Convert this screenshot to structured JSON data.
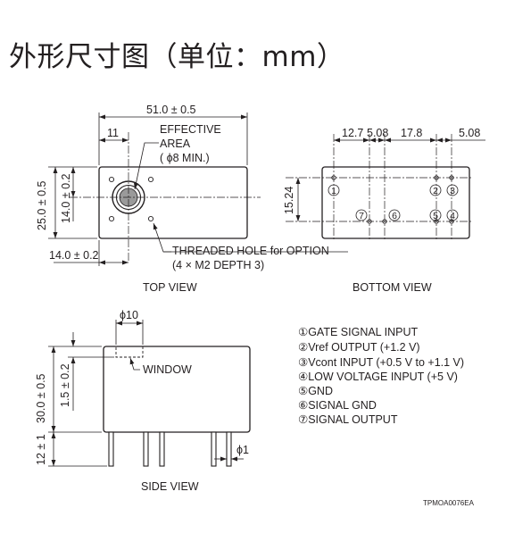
{
  "title": "外形尺寸图（单位：mm）",
  "top_view": {
    "label": "TOP VIEW",
    "dim_width": "51.0 ± 0.5",
    "dim_offset": "11",
    "effective_area_line1": "EFFECTIVE",
    "effective_area_line2": "AREA",
    "effective_area_line3": "( ϕ8 MIN.)",
    "dim_height": "25.0 ± 0.5",
    "dim_center_y": "14.0 ± 0.2",
    "dim_center_x": "14.0 ± 0.2",
    "threaded_hole_line1": "THREADED HOLE for OPTION",
    "threaded_hole_line2": "(4 × M2 DEPTH 3)"
  },
  "bottom_view": {
    "label": "BOTTOM VIEW",
    "dim_a": "12.7",
    "dim_b": "5.08",
    "dim_c": "17.8",
    "dim_d": "5.08",
    "dim_pitch": "15.24",
    "pins": [
      "①",
      "②",
      "③",
      "④",
      "⑤",
      "⑥",
      "⑦"
    ]
  },
  "side_view": {
    "label": "SIDE VIEW",
    "dim_window": "ϕ10",
    "window_label": "WINDOW",
    "dim_height": "30.0 ± 0.5",
    "dim_window_depth": "1.5 ± 0.2",
    "dim_pin_length": "12 ± 1",
    "dim_pin_dia": "ϕ1"
  },
  "pin_legend": [
    "①GATE SIGNAL INPUT",
    "②Vref OUTPUT (+1.2 V)",
    "③Vcont INPUT (+0.5 V to +1.1 V)",
    "④LOW VOLTAGE INPUT (+5 V)",
    "⑤GND",
    "⑥SIGNAL GND",
    "⑦SIGNAL OUTPUT"
  ],
  "drawing_code": "TPMOA0076EA"
}
